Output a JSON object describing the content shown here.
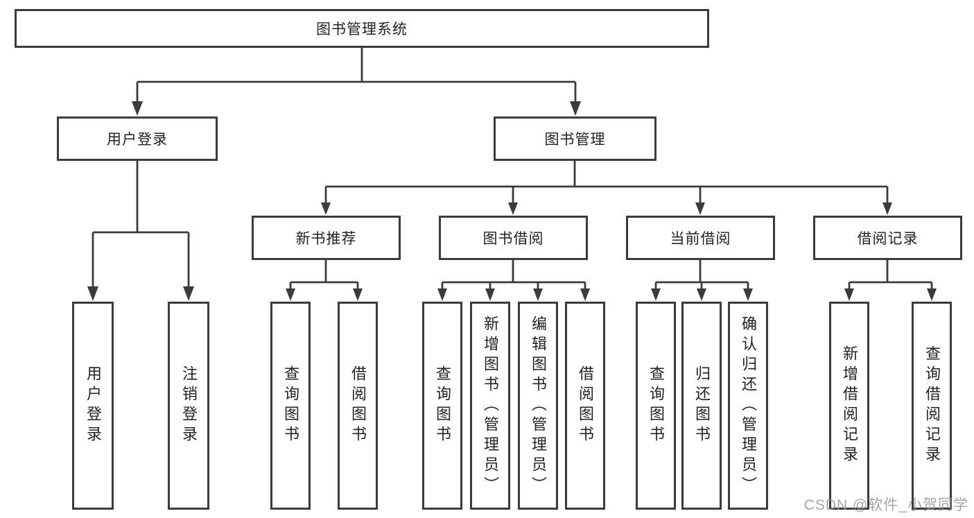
{
  "diagram": {
    "title": "图书管理系统",
    "level2": {
      "user_login": "用户登录",
      "book_management": "图书管理"
    },
    "level3": {
      "new_book_recommend": "新书推荐",
      "book_borrow": "图书借阅",
      "current_borrow": "当前借阅",
      "borrow_records": "借阅记录"
    },
    "leaves": {
      "user_login": "用户登录",
      "logout": "注销登录",
      "nb_query_book": "查询图书",
      "nb_borrow_book": "借阅图书",
      "bb_query_book": "查询图书",
      "bb_add_book_admin": "新增图书（管理员）",
      "bb_edit_book_admin": "编辑图书（管理员）",
      "bb_borrow_book": "借阅图书",
      "cb_query_book": "查询图书",
      "cb_return_book": "归还图书",
      "cb_confirm_return_admin": "确认归还（管理员）",
      "rec_add_record": "新增借阅记录",
      "rec_query_record": "查询借阅记录"
    },
    "colors": {
      "line": "#3b3b3b",
      "text": "#222222",
      "watermark": "#949494"
    },
    "watermark": "CSDN @软件_小贺同学"
  }
}
